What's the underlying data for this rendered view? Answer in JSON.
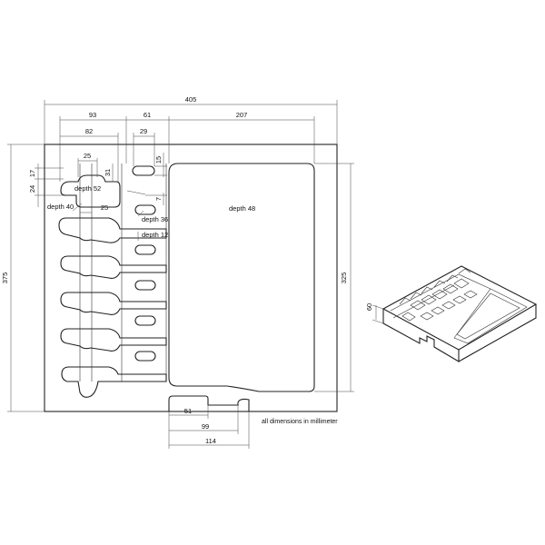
{
  "dimensions": {
    "total_width": "405",
    "part_93": "93",
    "part_61": "61",
    "part_207": "207",
    "part_82": "82",
    "part_29": "29",
    "part_25a": "25",
    "part_17": "17",
    "part_31": "31",
    "part_15": "15",
    "part_24": "24",
    "part_7": "7",
    "part_25b": "25",
    "total_height": "375",
    "inner_height": "325",
    "bottom_51": "51",
    "bottom_99": "99",
    "bottom_114": "114",
    "iso_60": "60"
  },
  "depths": {
    "d52": "depth 52",
    "d40": "depth 40",
    "d36": "depth 36",
    "d12": "depth 12",
    "d48": "depth 48"
  },
  "note": "all dimensions in millimeter"
}
